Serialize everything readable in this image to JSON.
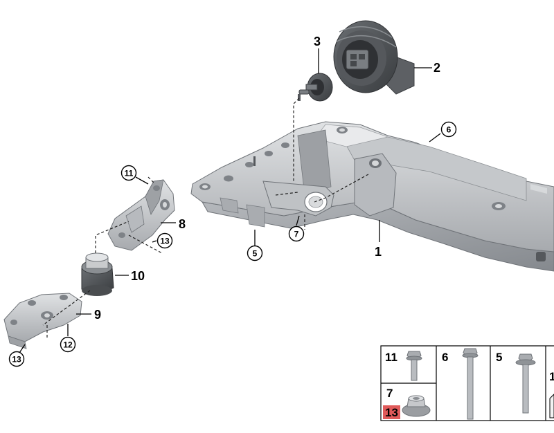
{
  "callouts": {
    "c1": "1",
    "c2": "2",
    "c3": "3",
    "c5": "5",
    "c6": "6",
    "c7": "7",
    "c8": "8",
    "c9": "9",
    "c10": "10",
    "c11": "11",
    "c12": "12",
    "c13a": "13",
    "c13b": "13"
  },
  "parts_table": {
    "cells": [
      {
        "number": "11"
      },
      {
        "number": "7"
      },
      {
        "number": "13",
        "highlighted": true
      },
      {
        "number": "6"
      },
      {
        "number": "5"
      },
      {
        "number": "1"
      }
    ]
  },
  "colors": {
    "metal_light": "#d2d4d7",
    "metal_mid": "#aeb1b5",
    "metal_dark": "#7d8186",
    "rubber": "#4d5054",
    "highlight": "#e05a5a"
  }
}
